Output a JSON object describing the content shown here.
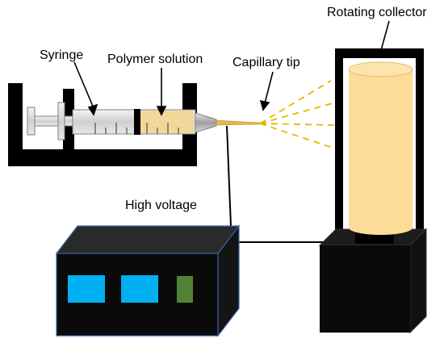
{
  "labels": {
    "syringe": "Syringe",
    "polymer_solution": "Polymer solution",
    "capillary_tip": "Capillary tip",
    "rotating_collector": "Rotating collector",
    "high_voltage": "High voltage"
  },
  "colors": {
    "frame": "#000000",
    "polymer": "#f1d89a",
    "collector": "#fddb98",
    "jet": "#e6b800",
    "screen": "#00b0f0",
    "indicator": "#548235",
    "syringe_barrel": "#d9d9d9",
    "needle": "#bfbfbf"
  }
}
